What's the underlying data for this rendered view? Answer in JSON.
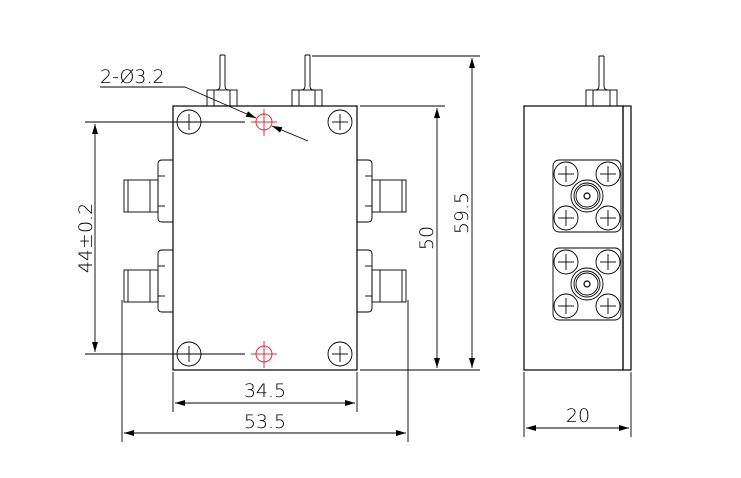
{
  "drawing": {
    "hole_callout": "2-Ø3.2",
    "dimensions": {
      "hole_spacing": "44±0.2",
      "body_height": "50",
      "overall_height": "59.5",
      "body_width": "34.5",
      "overall_width": "53.5",
      "side_depth": "20"
    },
    "colors": {
      "line": "#000000",
      "hole_center": "#e0303a"
    }
  }
}
